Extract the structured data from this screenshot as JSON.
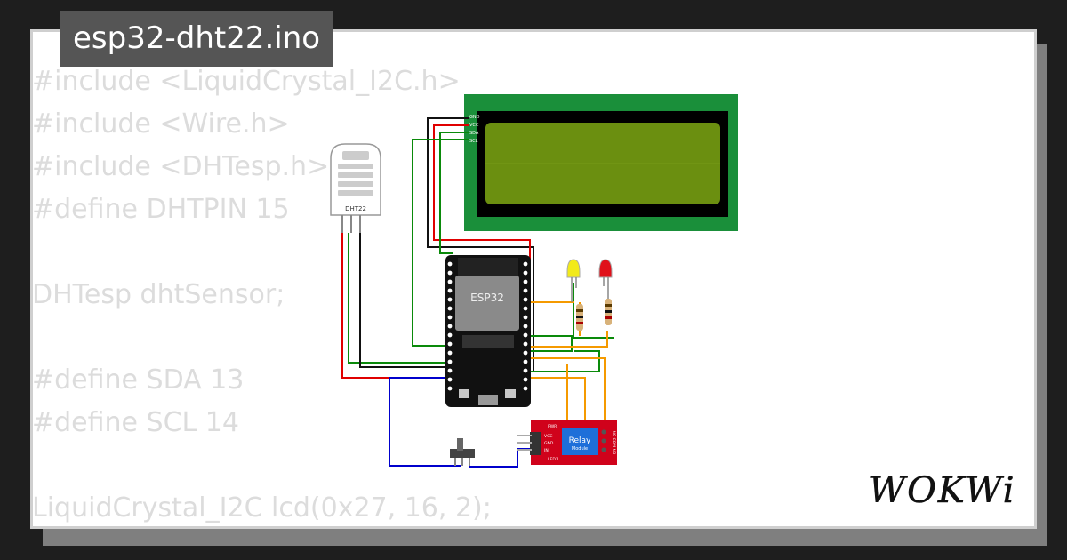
{
  "title": "esp32-dht22.ino",
  "code_lines": [
    "#include <LiquidCrystal_I2C.h>",
    "#include <Wire.h>",
    "#include <DHTesp.h>",
    "#define DHTPIN 15",
    "",
    "DHTesp dhtSensor;",
    "",
    "#define SDA 13",
    "#define SCL 14",
    "",
    "LiquidCrystal_I2C lcd(0x27, 16, 2);"
  ],
  "components": {
    "dht22_label": "DHT22",
    "esp32_label": "ESP32",
    "lcd_pins": [
      "GND",
      "VCC",
      "SDA",
      "SCL"
    ],
    "relay_label_1": "Relay",
    "relay_label_2": "Module",
    "relay_pins": [
      "VCC",
      "GND",
      "IN"
    ],
    "relay_led_pwr": "PWR",
    "relay_led_in": "LED1",
    "relay_terminals": "NC COM NO"
  },
  "logo_text": "WOKWi",
  "colors": {
    "lcd_board": "#1a8f3a",
    "lcd_screen": "#6b8f10",
    "relay_board": "#d0021b",
    "relay_block": "#1e6fd9",
    "wire_red": "#e00000",
    "wire_green": "#0a8a0a",
    "wire_black": "#111111",
    "wire_orange": "#f59a00",
    "wire_blue": "#0000cc"
  }
}
